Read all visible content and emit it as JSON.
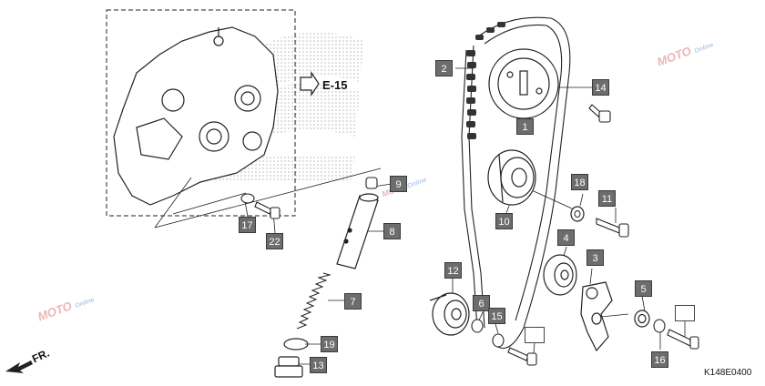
{
  "diagram": {
    "reference_label": "E-15",
    "diagram_code": "K148E0400",
    "direction_label": "FR.",
    "watermark_text": "MOTO",
    "watermark_subtext": "Online"
  },
  "callouts": [
    {
      "id": "1",
      "label": "1"
    },
    {
      "id": "2",
      "label": "2"
    },
    {
      "id": "3",
      "label": "3"
    },
    {
      "id": "4",
      "label": "4"
    },
    {
      "id": "5",
      "label": "5"
    },
    {
      "id": "6",
      "label": "6"
    },
    {
      "id": "7",
      "label": "7"
    },
    {
      "id": "8",
      "label": "8"
    },
    {
      "id": "9",
      "label": "9"
    },
    {
      "id": "10",
      "label": "10"
    },
    {
      "id": "11",
      "label": "11"
    },
    {
      "id": "12",
      "label": "12"
    },
    {
      "id": "13",
      "label": "13"
    },
    {
      "id": "14",
      "label": "14"
    },
    {
      "id": "15",
      "label": "15"
    },
    {
      "id": "16",
      "label": "16"
    },
    {
      "id": "17",
      "label": "17"
    },
    {
      "id": "18",
      "label": "18"
    },
    {
      "id": "19",
      "label": "19"
    },
    {
      "id": "22",
      "label": "22"
    }
  ],
  "colors": {
    "callout_fill": "#6d6d6d",
    "line": "#222222",
    "watermark": "#e07a7a"
  }
}
